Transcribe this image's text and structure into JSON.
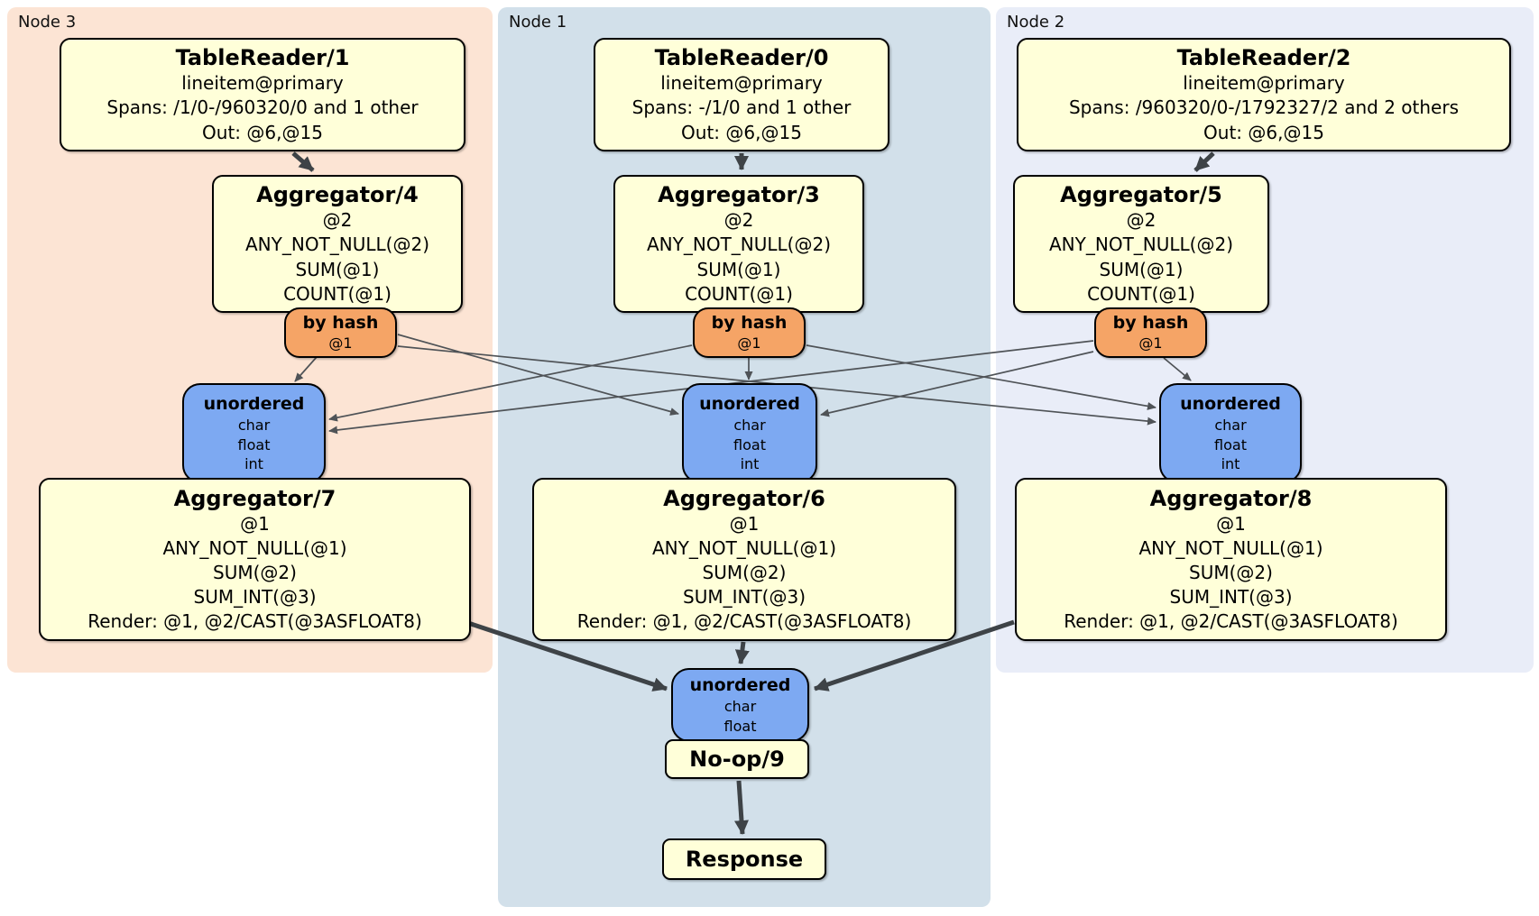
{
  "regions": {
    "node3": {
      "label": "Node 3"
    },
    "node1": {
      "label": "Node 1"
    },
    "node2": {
      "label": "Node 2"
    }
  },
  "processors": {
    "tr1": {
      "title": "TableReader/1",
      "lines": [
        "lineitem@primary",
        "Spans: /1/0-/960320/0 and 1 other",
        "Out: @6,@15"
      ]
    },
    "tr0": {
      "title": "TableReader/0",
      "lines": [
        "lineitem@primary",
        "Spans: -/1/0 and 1 other",
        "Out: @6,@15"
      ]
    },
    "tr2": {
      "title": "TableReader/2",
      "lines": [
        "lineitem@primary",
        "Spans: /960320/0-/1792327/2 and 2 others",
        "Out: @6,@15"
      ]
    },
    "agg4": {
      "title": "Aggregator/4",
      "lines": [
        "@2",
        "ANY_NOT_NULL(@2)",
        "SUM(@1)",
        "COUNT(@1)"
      ]
    },
    "agg3": {
      "title": "Aggregator/3",
      "lines": [
        "@2",
        "ANY_NOT_NULL(@2)",
        "SUM(@1)",
        "COUNT(@1)"
      ]
    },
    "agg5": {
      "title": "Aggregator/5",
      "lines": [
        "@2",
        "ANY_NOT_NULL(@2)",
        "SUM(@1)",
        "COUNT(@1)"
      ]
    },
    "agg7": {
      "title": "Aggregator/7",
      "lines": [
        "@1",
        "ANY_NOT_NULL(@1)",
        "SUM(@2)",
        "SUM_INT(@3)",
        "Render: @1, @2/CAST(@3ASFLOAT8)"
      ]
    },
    "agg6": {
      "title": "Aggregator/6",
      "lines": [
        "@1",
        "ANY_NOT_NULL(@1)",
        "SUM(@2)",
        "SUM_INT(@3)",
        "Render: @1, @2/CAST(@3ASFLOAT8)"
      ]
    },
    "agg8": {
      "title": "Aggregator/8",
      "lines": [
        "@1",
        "ANY_NOT_NULL(@1)",
        "SUM(@2)",
        "SUM_INT(@3)",
        "Render: @1, @2/CAST(@3ASFLOAT8)"
      ]
    },
    "noop": {
      "title": "No-op/9"
    },
    "response": {
      "title": "Response"
    }
  },
  "routers": {
    "byhash3": {
      "title": "by hash",
      "lines": [
        "@1"
      ]
    },
    "byhash1": {
      "title": "by hash",
      "lines": [
        "@1"
      ]
    },
    "byhash2": {
      "title": "by hash",
      "lines": [
        "@1"
      ]
    }
  },
  "syncs": {
    "unordered3": {
      "title": "unordered",
      "lines": [
        "char",
        "float",
        "int"
      ]
    },
    "unordered1": {
      "title": "unordered",
      "lines": [
        "char",
        "float",
        "int"
      ]
    },
    "unordered2": {
      "title": "unordered",
      "lines": [
        "char",
        "float",
        "int"
      ]
    },
    "unordered_final": {
      "title": "unordered",
      "lines": [
        "char",
        "float"
      ]
    }
  },
  "colors": {
    "node3_bg": "#fce4d4",
    "node1_bg": "#d2e0ea",
    "node2_bg": "#e9edf8",
    "processor_bg": "#ffffd9",
    "router_bg": "#f5a466",
    "sync_bg": "#7da9f2",
    "edge_thick": "#3e4347",
    "edge_thin": "#4f5357"
  }
}
